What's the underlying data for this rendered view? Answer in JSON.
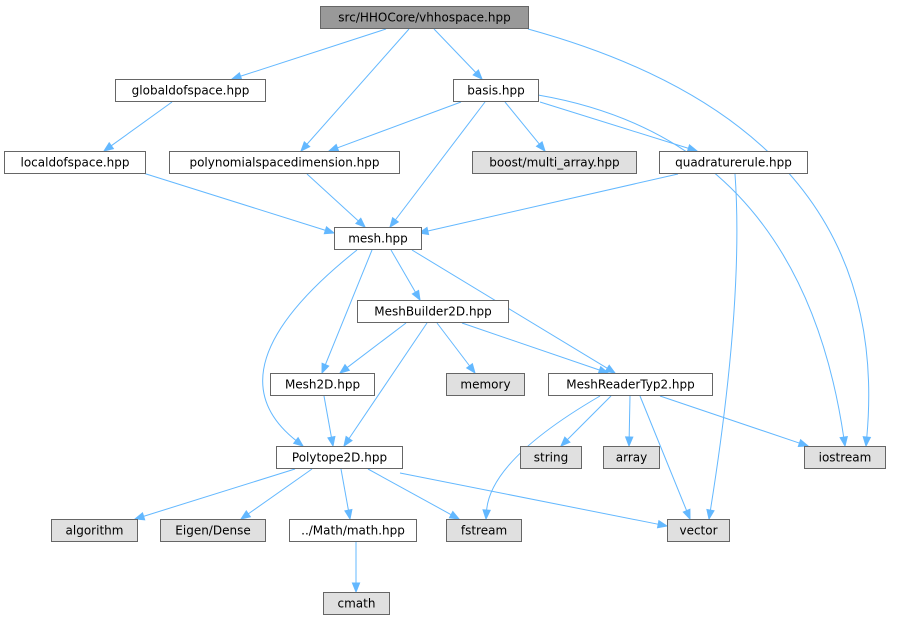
{
  "colors": {
    "root_fill": "#999999",
    "local_fill": "#ffffff",
    "system_fill": "#e0e0e0",
    "border": "#666666",
    "edge": "#63b8ff"
  },
  "diagram": {
    "nodes": [
      {
        "id": "vhhospace",
        "label": "src/HHOCore/vhhospace.hpp",
        "kind": "root"
      },
      {
        "id": "globaldofspace",
        "label": "globaldofspace.hpp",
        "kind": "local"
      },
      {
        "id": "basis",
        "label": "basis.hpp",
        "kind": "local"
      },
      {
        "id": "localdofspace",
        "label": "localdofspace.hpp",
        "kind": "local"
      },
      {
        "id": "polynomialspacedimension",
        "label": "polynomialspacedimension.hpp",
        "kind": "local"
      },
      {
        "id": "boost_multi_array",
        "label": "boost/multi_array.hpp",
        "kind": "system"
      },
      {
        "id": "quadraturerule",
        "label": "quadraturerule.hpp",
        "kind": "local"
      },
      {
        "id": "mesh",
        "label": "mesh.hpp",
        "kind": "local"
      },
      {
        "id": "meshbuilder2d",
        "label": "MeshBuilder2D.hpp",
        "kind": "local"
      },
      {
        "id": "mesh2d",
        "label": "Mesh2D.hpp",
        "kind": "local"
      },
      {
        "id": "memory",
        "label": "memory",
        "kind": "system"
      },
      {
        "id": "meshreadertyp2",
        "label": "MeshReaderTyp2.hpp",
        "kind": "local"
      },
      {
        "id": "string",
        "label": "string",
        "kind": "system"
      },
      {
        "id": "array",
        "label": "array",
        "kind": "system"
      },
      {
        "id": "iostream",
        "label": "iostream",
        "kind": "system"
      },
      {
        "id": "polytope2d",
        "label": "Polytope2D.hpp",
        "kind": "local"
      },
      {
        "id": "algorithm",
        "label": "algorithm",
        "kind": "system"
      },
      {
        "id": "eigen_dense",
        "label": "Eigen/Dense",
        "kind": "system"
      },
      {
        "id": "math",
        "label": "../Math/math.hpp",
        "kind": "local"
      },
      {
        "id": "fstream",
        "label": "fstream",
        "kind": "system"
      },
      {
        "id": "vector",
        "label": "vector",
        "kind": "system"
      },
      {
        "id": "cmath",
        "label": "cmath",
        "kind": "system"
      }
    ],
    "edges": [
      {
        "from": "vhhospace",
        "to": "globaldofspace"
      },
      {
        "from": "vhhospace",
        "to": "polynomialspacedimension"
      },
      {
        "from": "vhhospace",
        "to": "basis"
      },
      {
        "from": "vhhospace",
        "to": "iostream"
      },
      {
        "from": "globaldofspace",
        "to": "localdofspace"
      },
      {
        "from": "localdofspace",
        "to": "mesh"
      },
      {
        "from": "basis",
        "to": "polynomialspacedimension"
      },
      {
        "from": "basis",
        "to": "mesh"
      },
      {
        "from": "basis",
        "to": "boost_multi_array"
      },
      {
        "from": "basis",
        "to": "quadraturerule"
      },
      {
        "from": "basis",
        "to": "iostream"
      },
      {
        "from": "polynomialspacedimension",
        "to": "mesh"
      },
      {
        "from": "quadraturerule",
        "to": "mesh"
      },
      {
        "from": "quadraturerule",
        "to": "vector"
      },
      {
        "from": "mesh",
        "to": "meshbuilder2d"
      },
      {
        "from": "mesh",
        "to": "mesh2d"
      },
      {
        "from": "mesh",
        "to": "polytope2d"
      },
      {
        "from": "mesh",
        "to": "meshreadertyp2"
      },
      {
        "from": "meshbuilder2d",
        "to": "mesh2d"
      },
      {
        "from": "meshbuilder2d",
        "to": "polytope2d"
      },
      {
        "from": "meshbuilder2d",
        "to": "memory"
      },
      {
        "from": "meshbuilder2d",
        "to": "meshreadertyp2"
      },
      {
        "from": "mesh2d",
        "to": "polytope2d"
      },
      {
        "from": "meshreadertyp2",
        "to": "fstream"
      },
      {
        "from": "meshreadertyp2",
        "to": "string"
      },
      {
        "from": "meshreadertyp2",
        "to": "array"
      },
      {
        "from": "meshreadertyp2",
        "to": "vector"
      },
      {
        "from": "meshreadertyp2",
        "to": "iostream"
      },
      {
        "from": "polytope2d",
        "to": "algorithm"
      },
      {
        "from": "polytope2d",
        "to": "eigen_dense"
      },
      {
        "from": "polytope2d",
        "to": "math"
      },
      {
        "from": "polytope2d",
        "to": "fstream"
      },
      {
        "from": "polytope2d",
        "to": "vector"
      },
      {
        "from": "math",
        "to": "cmath"
      }
    ]
  }
}
